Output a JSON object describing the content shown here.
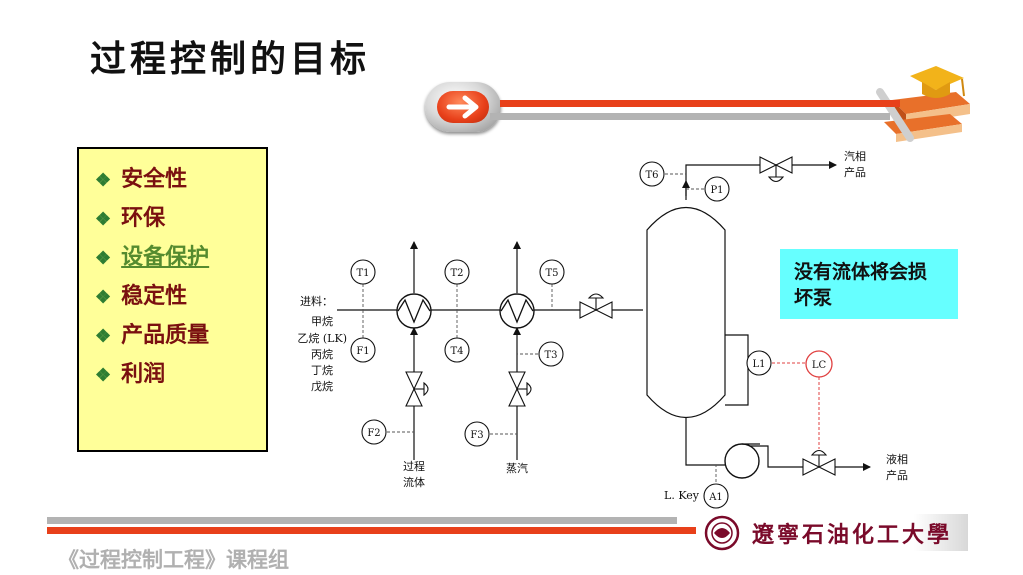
{
  "title": "过程控制的目标",
  "objectives": [
    {
      "label": "安全性",
      "linked": false
    },
    {
      "label": "环保",
      "linked": false
    },
    {
      "label": "设备保护",
      "linked": true
    },
    {
      "label": "稳定性",
      "linked": false
    },
    {
      "label": "产品质量",
      "linked": false
    },
    {
      "label": "利润",
      "linked": false
    }
  ],
  "bullet_glyph": "❖",
  "note": "没有流体将会损坏泵",
  "diagram": {
    "instruments": {
      "t1": "T1",
      "t2": "T2",
      "t4": "T4",
      "t5": "T5",
      "t3": "T3",
      "t6": "T6",
      "p1": "P1",
      "f1": "F1",
      "f2": "F2",
      "f3": "F3",
      "l1": "L1",
      "lc": "LC",
      "a1": "A1"
    },
    "feed_lines": [
      "进料：",
      "甲烷",
      "乙烷 (LK)",
      "丙烷",
      "丁烷",
      "戊烷"
    ],
    "process_fluid_lines": [
      "过程",
      "流体"
    ],
    "steam": "蒸汽",
    "vapor_product_lines": [
      "汽相",
      "产品"
    ],
    "liquid_product_lines": [
      "液相",
      "产品"
    ],
    "lkey": "L. Key"
  },
  "footer": "《过程控制工程》课程组",
  "university": "遼寧石油化工大學",
  "colors": {
    "accent_red": "#e8401a",
    "accent_gray": "#b3b3b3",
    "bullet_bg": "#ffff99",
    "note_bg": "#66ffff",
    "bullet_text": "#7a1010",
    "level_loop": "#e04040"
  },
  "icons": [
    "arrow-button-icon",
    "graduation-books-icon",
    "university-seal-icon"
  ]
}
